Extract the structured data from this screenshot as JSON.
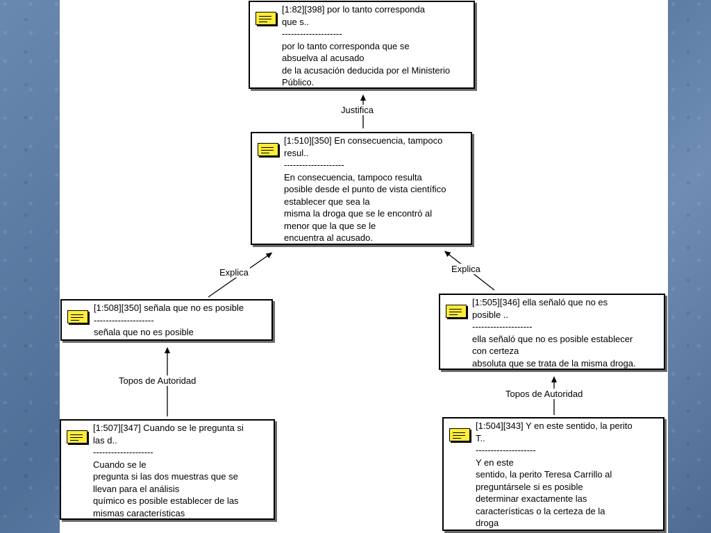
{
  "nodes": {
    "n1": {
      "title_lines": [
        "[1:82][398] por lo tanto corresponda",
        "que s.."
      ],
      "separator": "--------------------",
      "body_lines": [
        " por lo tanto corresponda que se",
        "absuelva al acusado",
        "de la acusación deducida por el Ministerio",
        "Público."
      ]
    },
    "n2": {
      "title_lines": [
        "[1:510][350] En consecuencia, tampoco",
        "resul.."
      ],
      "separator": "--------------------",
      "body_lines": [
        "En consecuencia, tampoco resulta",
        "posible desde el punto de vista científico",
        "establecer que sea la",
        "misma la droga que se le encontró al",
        "menor que la que se le",
        "encuentra al acusado."
      ]
    },
    "n3": {
      "title_lines": [
        "[1:508][350] señala que no es posible"
      ],
      "separator": "--------------------",
      "body_lines": [
        "señala que no es posible"
      ]
    },
    "n4": {
      "title_lines": [
        "[1:505][346] ella señaló que no es",
        "posible .."
      ],
      "separator": "--------------------",
      "body_lines": [
        "ella señaló que no es posible establecer",
        "con certeza",
        "absoluta que se trata de la misma droga."
      ]
    },
    "n5": {
      "title_lines": [
        "[1:507][347] Cuando se le pregunta si",
        "las d.."
      ],
      "separator": "--------------------",
      "body_lines": [
        "Cuando se le",
        "pregunta si las dos muestras que se",
        "llevan para el análisis",
        "químico es posible establecer de las",
        "mismas características"
      ]
    },
    "n6": {
      "title_lines": [
        "[1:504][343] Y en este sentido, la perito",
        "T.."
      ],
      "separator": "--------------------",
      "body_lines": [
        "Y en este",
        "sentido, la perito Teresa Carrillo al",
        "preguntársele si es posible",
        "determinar exactamente las",
        "características o la certeza de la",
        "droga"
      ]
    }
  },
  "edges": {
    "e1": "Justifica",
    "e2": "Explica",
    "e3": "Explica",
    "e4": "Topos de Autoridad",
    "e5": "Topos de Autoridad"
  }
}
